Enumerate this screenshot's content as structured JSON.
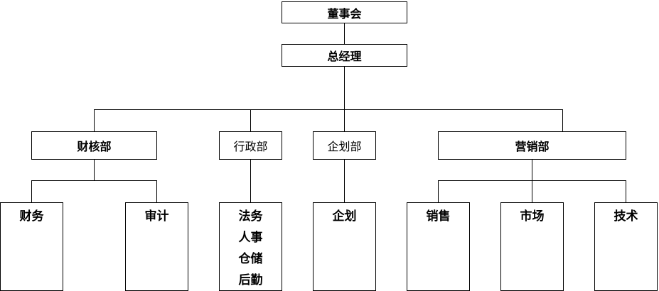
{
  "board": "董事会",
  "ceo": "总经理",
  "departments": {
    "finance": {
      "label": "财核部",
      "children": [
        "财务",
        "审计"
      ]
    },
    "admin": {
      "label": "行政部",
      "children": [
        "法务",
        "人事",
        "仓储",
        "后勤"
      ]
    },
    "planning": {
      "label": "企划部",
      "children": [
        "企划"
      ]
    },
    "marketing": {
      "label": "营销部",
      "children": [
        "销售",
        "市场",
        "技术"
      ]
    }
  }
}
